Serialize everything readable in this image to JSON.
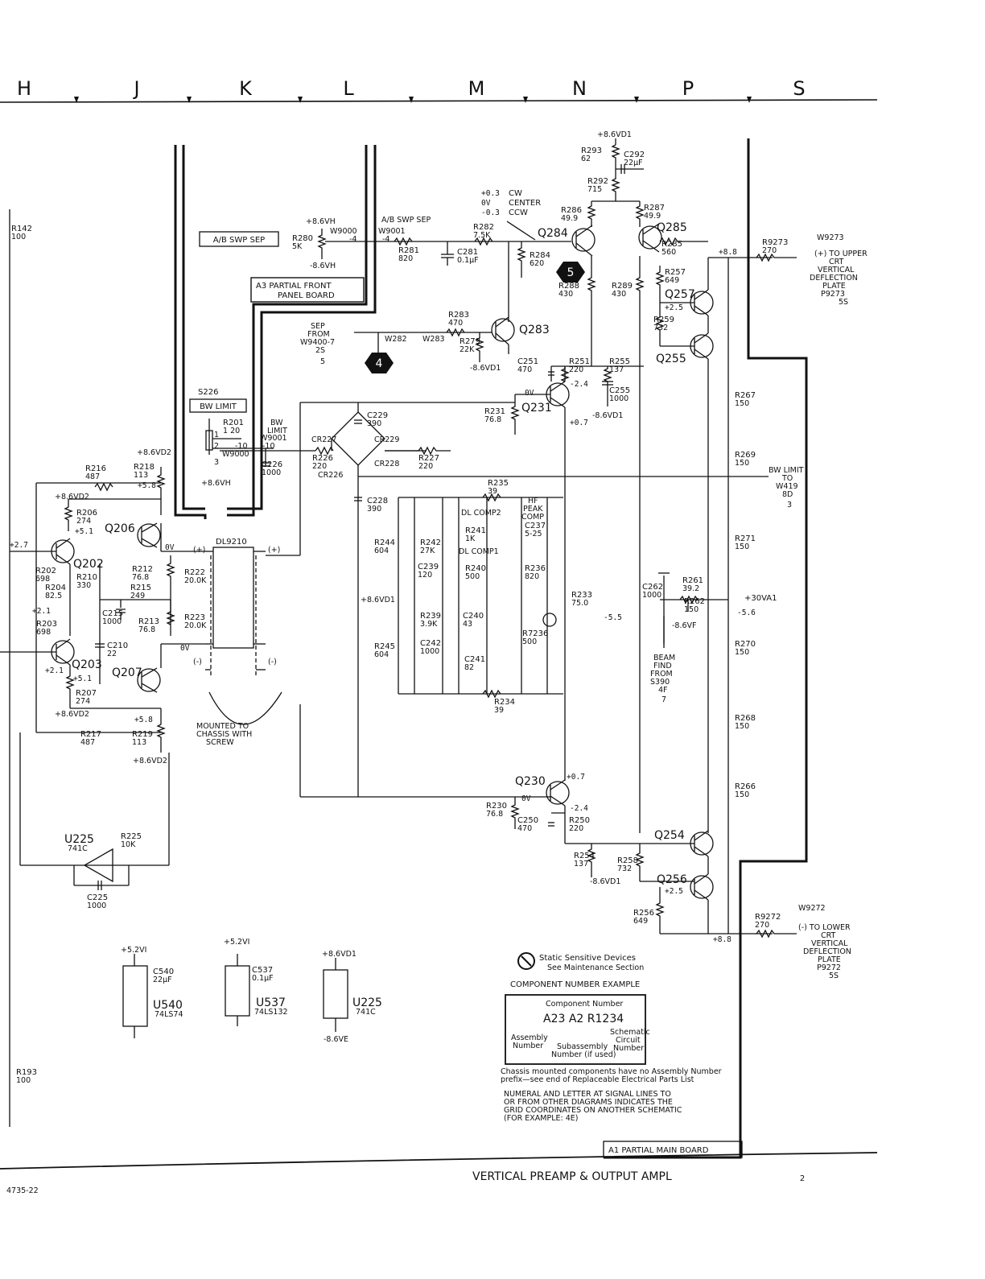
{
  "grid": {
    "columns": [
      "H",
      "J",
      "K",
      "L",
      "M",
      "N",
      "P",
      "S"
    ]
  },
  "boxes": {
    "ab_swp_sep": "A/B SWP SEP",
    "a3_board_1": "A3  PARTIAL FRONT",
    "a3_board_2": "PANEL BOARD",
    "bw_limit": "BW LIMIT",
    "a1_board": "A1  PARTIAL MAIN BOARD"
  },
  "title": {
    "text": "VERTICAL PREAMP & OUTPUT AMPL",
    "number": "2",
    "doc_code": "4735-22"
  },
  "rails": {
    "v86_d1": "+8.6VD1",
    "v86_h": "+8.6VH",
    "m86_h": "-8.6VH",
    "v86_d2": "+8.6VD2",
    "m86_d1": "-8.6VD1",
    "m86_f": "-8.6VF",
    "v30_a1": "+30VA1",
    "v52_i": "+5.2VI",
    "m86_e": "-8.6VE"
  },
  "components": {
    "r142": [
      "R142",
      "100"
    ],
    "r193": [
      "R193",
      "100"
    ],
    "r280": [
      "R280",
      "5K"
    ],
    "r281": [
      "R281",
      "820"
    ],
    "r282": [
      "R282",
      "7.5K"
    ],
    "c281": [
      "C281",
      "0.1µF"
    ],
    "r284": [
      "R284",
      "620"
    ],
    "r293": [
      "R293",
      "62"
    ],
    "c292": [
      "C292",
      "22µF"
    ],
    "r292": [
      "R292",
      "715"
    ],
    "r286": [
      "R286",
      "49.9"
    ],
    "r287": [
      "R287",
      "49.9"
    ],
    "r285": [
      "R285",
      "560"
    ],
    "r288": [
      "R288",
      "430"
    ],
    "r289": [
      "R289",
      "430"
    ],
    "r257": [
      "R257",
      "649"
    ],
    "r259": [
      "R259",
      "732"
    ],
    "r283": [
      "R283",
      "470"
    ],
    "r279": [
      "R279",
      "22K"
    ],
    "c251": [
      "C251",
      "470"
    ],
    "r251": [
      "R251",
      "220"
    ],
    "r255": [
      "R255",
      "137"
    ],
    "c255": [
      "C255",
      "1000"
    ],
    "r231": [
      "R231",
      "76.8"
    ],
    "c229": [
      "C229",
      "390"
    ],
    "c228": [
      "C228",
      "390"
    ],
    "r227": [
      "R227",
      "220"
    ],
    "r226": [
      "R226",
      "220"
    ],
    "c226": [
      "C226",
      "1000"
    ],
    "r235": [
      "R235",
      "39"
    ],
    "r234": [
      "R234",
      "39"
    ],
    "r201": [
      "R201",
      "1 20"
    ],
    "r216": [
      "R216",
      "487"
    ],
    "r218": [
      "R218",
      "113"
    ],
    "r206": [
      "R206",
      "274"
    ],
    "r202": [
      "R202",
      "698"
    ],
    "r210": [
      "R210",
      "330"
    ],
    "r204": [
      "R204",
      "82.5"
    ],
    "r203": [
      "R203",
      "698"
    ],
    "r212": [
      "R212",
      "76.8"
    ],
    "r215": [
      "R215",
      "249"
    ],
    "c215": [
      "C215",
      "1000"
    ],
    "r213": [
      "R213",
      "76.8"
    ],
    "c210": [
      "C210",
      "22"
    ],
    "r222": [
      "R222",
      "20.0K"
    ],
    "r223": [
      "R223",
      "20.0K"
    ],
    "r207": [
      "R207",
      "274"
    ],
    "r217": [
      "R217",
      "487"
    ],
    "r219": [
      "R219",
      "113"
    ],
    "r244": [
      "R244",
      "604"
    ],
    "r242": [
      "R242",
      "27K"
    ],
    "r241": [
      "R241",
      "1K"
    ],
    "c239": [
      "C239",
      "120"
    ],
    "r240": [
      "R240",
      "500"
    ],
    "c237": [
      "C237",
      "5-25"
    ],
    "r236": [
      "R236",
      "820"
    ],
    "r233": [
      "R233",
      "75.0"
    ],
    "r239": [
      "R239",
      "3.9K"
    ],
    "c240": [
      "C240",
      "43"
    ],
    "c242": [
      "C242",
      "1000"
    ],
    "r245": [
      "R245",
      "604"
    ],
    "c241": [
      "C241",
      "82"
    ],
    "r7236": [
      "R7236",
      "500"
    ],
    "c262": [
      "C262",
      "1000"
    ],
    "r261": [
      "R261",
      "39.2"
    ],
    "r262": [
      "R262",
      "150"
    ],
    "r267": [
      "R267",
      "150"
    ],
    "r269": [
      "R269",
      "150"
    ],
    "r271": [
      "R271",
      "150"
    ],
    "r270": [
      "R270",
      "150"
    ],
    "r268": [
      "R268",
      "150"
    ],
    "r266": [
      "R266",
      "150"
    ],
    "r230": [
      "R230",
      "76.8"
    ],
    "c250": [
      "C250",
      "470"
    ],
    "r250": [
      "R250",
      "220"
    ],
    "r254": [
      "R254",
      "137"
    ],
    "r258": [
      "R258",
      "732"
    ],
    "r256": [
      "R256",
      "649"
    ],
    "r9273": [
      "R9273",
      "270"
    ],
    "r9272": [
      "R9272",
      "270"
    ],
    "r225": [
      "R225",
      "10K"
    ],
    "c225": [
      "C225",
      "1000"
    ],
    "c540": [
      "C540",
      "22µF"
    ],
    "c537": [
      "C537",
      "0.1µF"
    ]
  },
  "transistors": {
    "q284": "Q284",
    "q285": "Q285",
    "q257": "Q257",
    "q283": "Q283",
    "q255": "Q255",
    "q231": "Q231",
    "q206": "Q206",
    "q202": "Q202",
    "q203": "Q203",
    "q207": "Q207",
    "q230": "Q230",
    "q254": "Q254",
    "q256": "Q256"
  },
  "diodes": {
    "cr227": "CR227",
    "cr229": "CR229",
    "cr228": "CR228",
    "cr226": "CR226"
  },
  "ics": {
    "u225": [
      "U225",
      "741C"
    ],
    "u540": [
      "U540",
      "74LS74"
    ],
    "u537": [
      "U537",
      "74LS132"
    ],
    "u225b": [
      "U225",
      "741C"
    ]
  },
  "switch": {
    "s226": "S226",
    "dl9210": "DL9210"
  },
  "voltages": {
    "cw": "+0.3",
    "center": "0V",
    "ccw": "-0.3",
    "p88": "+8.8",
    "p25a": "+2.5",
    "m24a": "-2.4",
    "ov_q231": "0V",
    "p07a": "+0.7",
    "p58a": "+5.8",
    "p51": "+5.1",
    "p27": "+2.7",
    "p21": "+2.1",
    "ov_a": "0V",
    "ov_b": "0V",
    "p21b": "+2.1",
    "p51b": "+5.1",
    "p58b": "+5.8",
    "m55": "-5.5",
    "m56": "-5.6",
    "p07b": "+0.7",
    "ov_q230": "0V",
    "m24b": "-2.4",
    "p25b": "+2.5",
    "p88b": "+8.8"
  },
  "pot_labels": {
    "cw": "CW",
    "center": "CENTER",
    "ccw": "CCW"
  },
  "wires": {
    "w9000": "W9000",
    "w9001": "W9001",
    "w9000b": "W9000",
    "w9001b": "W9001",
    "w282": "W282",
    "w283": "W283",
    "w9273": "W9273",
    "w9272": "W9272"
  },
  "pins": {
    "m4a": "-4",
    "m4b": "-4",
    "m10a": "-10",
    "m10b": "-10",
    "p1": "1",
    "p2": "2",
    "p3": "3"
  },
  "signals": {
    "ab_swp_sep_a": "+8.6VH",
    "ab_swp_sep_sig": "A/B SWP SEP",
    "sep_from_1": "SEP",
    "sep_from_2": "FROM",
    "sep_from_3": "W9400-7",
    "sep_from_4": "2S",
    "sep_from_5": "5",
    "bw_limit_1": "BW",
    "bw_limit_2": "LIMIT",
    "upper_1": "(+)  TO UPPER",
    "upper_2": "CRT",
    "upper_3": "VERTICAL",
    "upper_4": "DEFLECTION",
    "upper_5": "PLATE",
    "upper_6": "P9273",
    "upper_7": "5S",
    "lower_1": "(-)  TO LOWER",
    "lower_2": "CRT",
    "lower_3": "VERTICAL",
    "lower_4": "DEFLECTION",
    "lower_5": "PLATE",
    "lower_6": "P9272",
    "lower_7": "5S",
    "bwlim_to_1": "BW LIMIT",
    "bwlim_to_2": "TO",
    "bwlim_to_3": "W419",
    "bwlim_to_4": "8D",
    "bwlim_to_5": "3",
    "beam_1": "BEAM",
    "beam_2": "FIND",
    "beam_3": "FROM",
    "beam_4": "S390",
    "beam_5": "4F",
    "beam_6": "7",
    "dl_comp2": "DL COMP2",
    "dl_comp1": "DL COMP1",
    "hf_1": "HF",
    "hf_2": "PEAK",
    "hf_3": "COMP",
    "mounted_1": "MOUNTED TO",
    "mounted_2": "CHASSIS WITH",
    "mounted_3": "SCREW",
    "plus": "(+)",
    "minus": "(-)",
    "cw_small": "CW"
  },
  "markers": {
    "five": "5",
    "four": "4"
  },
  "legend": {
    "static_title": "Static Sensitive Devices",
    "static_sub": "See Maintenance Section",
    "example_title": "COMPONENT NUMBER EXAMPLE",
    "comp_num": "Component Number",
    "code": "A23 A2 R1234",
    "assembly_1": "Assembly",
    "assembly_2": "Number",
    "subassembly_1": "Subassembly",
    "subassembly_2": "Number  (if used)",
    "schem_1": "Schematic",
    "schem_2": "Circuit",
    "schem_3": "Number",
    "chassis_1": "Chassis mounted components have no Assembly Number",
    "chassis_2": "prefix—see end of Replaceable Electrical Parts List",
    "numeral_1": "NUMERAL AND LETTER AT SIGNAL LINES TO",
    "numeral_2": "OR FROM OTHER DIAGRAMS INDICATES THE",
    "numeral_3": "GRID COORDINATES ON ANOTHER SCHEMATIC",
    "numeral_4": "(FOR EXAMPLE: 4E)"
  }
}
